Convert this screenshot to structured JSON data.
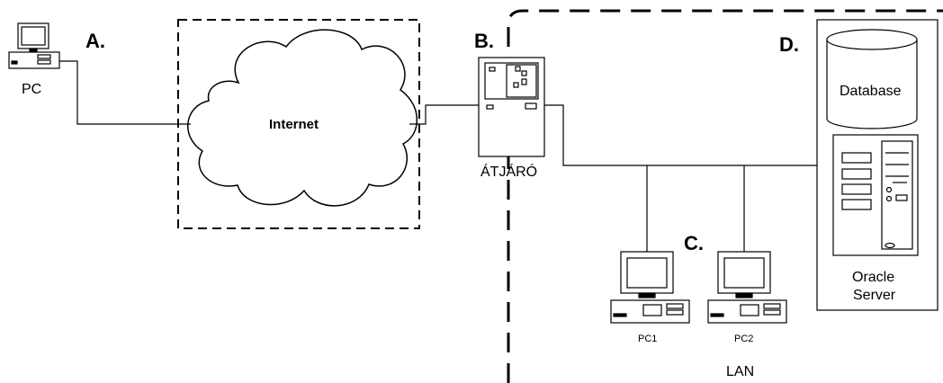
{
  "markers": {
    "a": "A.",
    "b": "B.",
    "c": "C.",
    "d": "D."
  },
  "pc_label": "PC",
  "internet_label": "Internet",
  "gateway_label": "ÁTJÁRÓ",
  "database_label": "Database",
  "server_label_line1": "Oracle",
  "server_label_line2": "Server",
  "pc1_label": "PC1",
  "pc2_label": "PC2",
  "lan_label": "LAN"
}
